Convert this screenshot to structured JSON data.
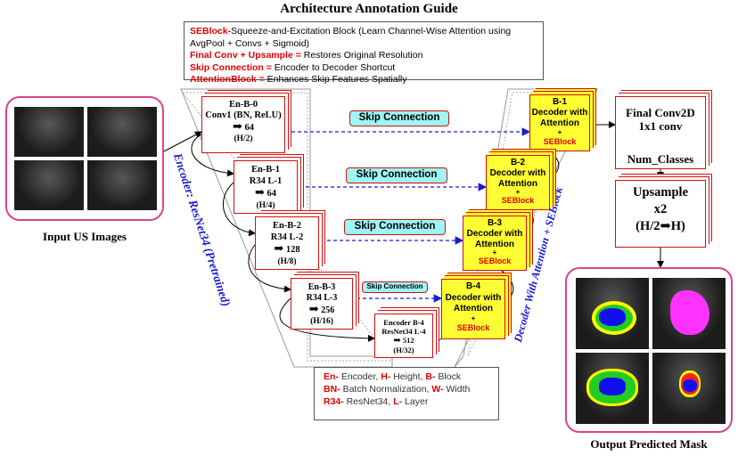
{
  "title": "Architecture Annotation Guide",
  "guide": {
    "line1": {
      "key": "SEBlock-",
      "text": "Squeeze-and-Excitation Block (Learn Channel-Wise Attention using AvgPool + Convs + Sigmoid)"
    },
    "line2": {
      "key": "Final Conv + Upsample =",
      "text": " Restores Original Resolution"
    },
    "line3": {
      "key": "Skip Connection =",
      "text": " Encoder to Decoder Shortcut"
    },
    "line4": {
      "key": "AttentionBlock =",
      "text": " Enhances Skip Features Spatially"
    }
  },
  "input_label": "Input US Images",
  "output_label": "Output Predicted Mask",
  "encoder_label": "Encoder: ResNet34 (Pretrained)",
  "decoder_label": "Decoder With Attention + SEBlock",
  "encoder": [
    {
      "name": "En-B-0",
      "l1": "Conv1 (BN, ReLU)",
      "l2": "64",
      "l3": "(H/2)"
    },
    {
      "name": "En-B-1",
      "l1": "R34 L-1",
      "l2": "64",
      "l3": "(H/4)"
    },
    {
      "name": "En-B-2",
      "l1": "R34 L-2",
      "l2": "128",
      "l3": "(H/8)"
    },
    {
      "name": "En-B-3",
      "l1": "R34 L-3",
      "l2": "256",
      "l3": "(H/16)"
    },
    {
      "name": "Encoder B-4",
      "l1": "ResNet34 L-4",
      "l2": "512",
      "l3": "(H/32)"
    }
  ],
  "decoder": [
    {
      "name": "B-1",
      "l1": "Decoder with",
      "l2": "Attention",
      "l3": "+",
      "l4": "SEBlock"
    },
    {
      "name": "B-2",
      "l1": "Decoder with",
      "l2": "Attention",
      "l3": "+",
      "l4": "SEBlock"
    },
    {
      "name": "B-3",
      "l1": "Decoder with",
      "l2": "Attention",
      "l3": "+",
      "l4": "SEBlock"
    },
    {
      "name": "B-4",
      "l1": "Decoder with",
      "l2": "Attention",
      "l3": "+",
      "l4": "SEBlock"
    }
  ],
  "skip_label": "Skip Connection",
  "final_conv": {
    "l1": "Final Conv2D",
    "l2": "1x1 conv",
    "l3": "Num_Classes"
  },
  "upsample": {
    "l1": "Upsample",
    "l2": "x2",
    "l3": "(H/2",
    "l4": "H)"
  },
  "legend": {
    "r1": [
      {
        "k": "En-",
        "v": " Encoder, "
      },
      {
        "k": "H-",
        "v": " Height, "
      },
      {
        "k": "B-",
        "v": " Block"
      }
    ],
    "r2": [
      {
        "k": "BN-",
        "v": " Batch Normalization, "
      },
      {
        "k": "W-",
        "v": " Width"
      }
    ],
    "r3": [
      {
        "k": "R34-",
        "v": " ResNet34, "
      },
      {
        "k": "L-",
        "v": " Layer"
      }
    ]
  },
  "colors": {
    "block_border": "#d01010",
    "decoder_fill": "#ffff33",
    "skip_fill": "#9ff5f5",
    "vertical_text": "#1a1ad0",
    "panel_border": "#e0408a"
  }
}
